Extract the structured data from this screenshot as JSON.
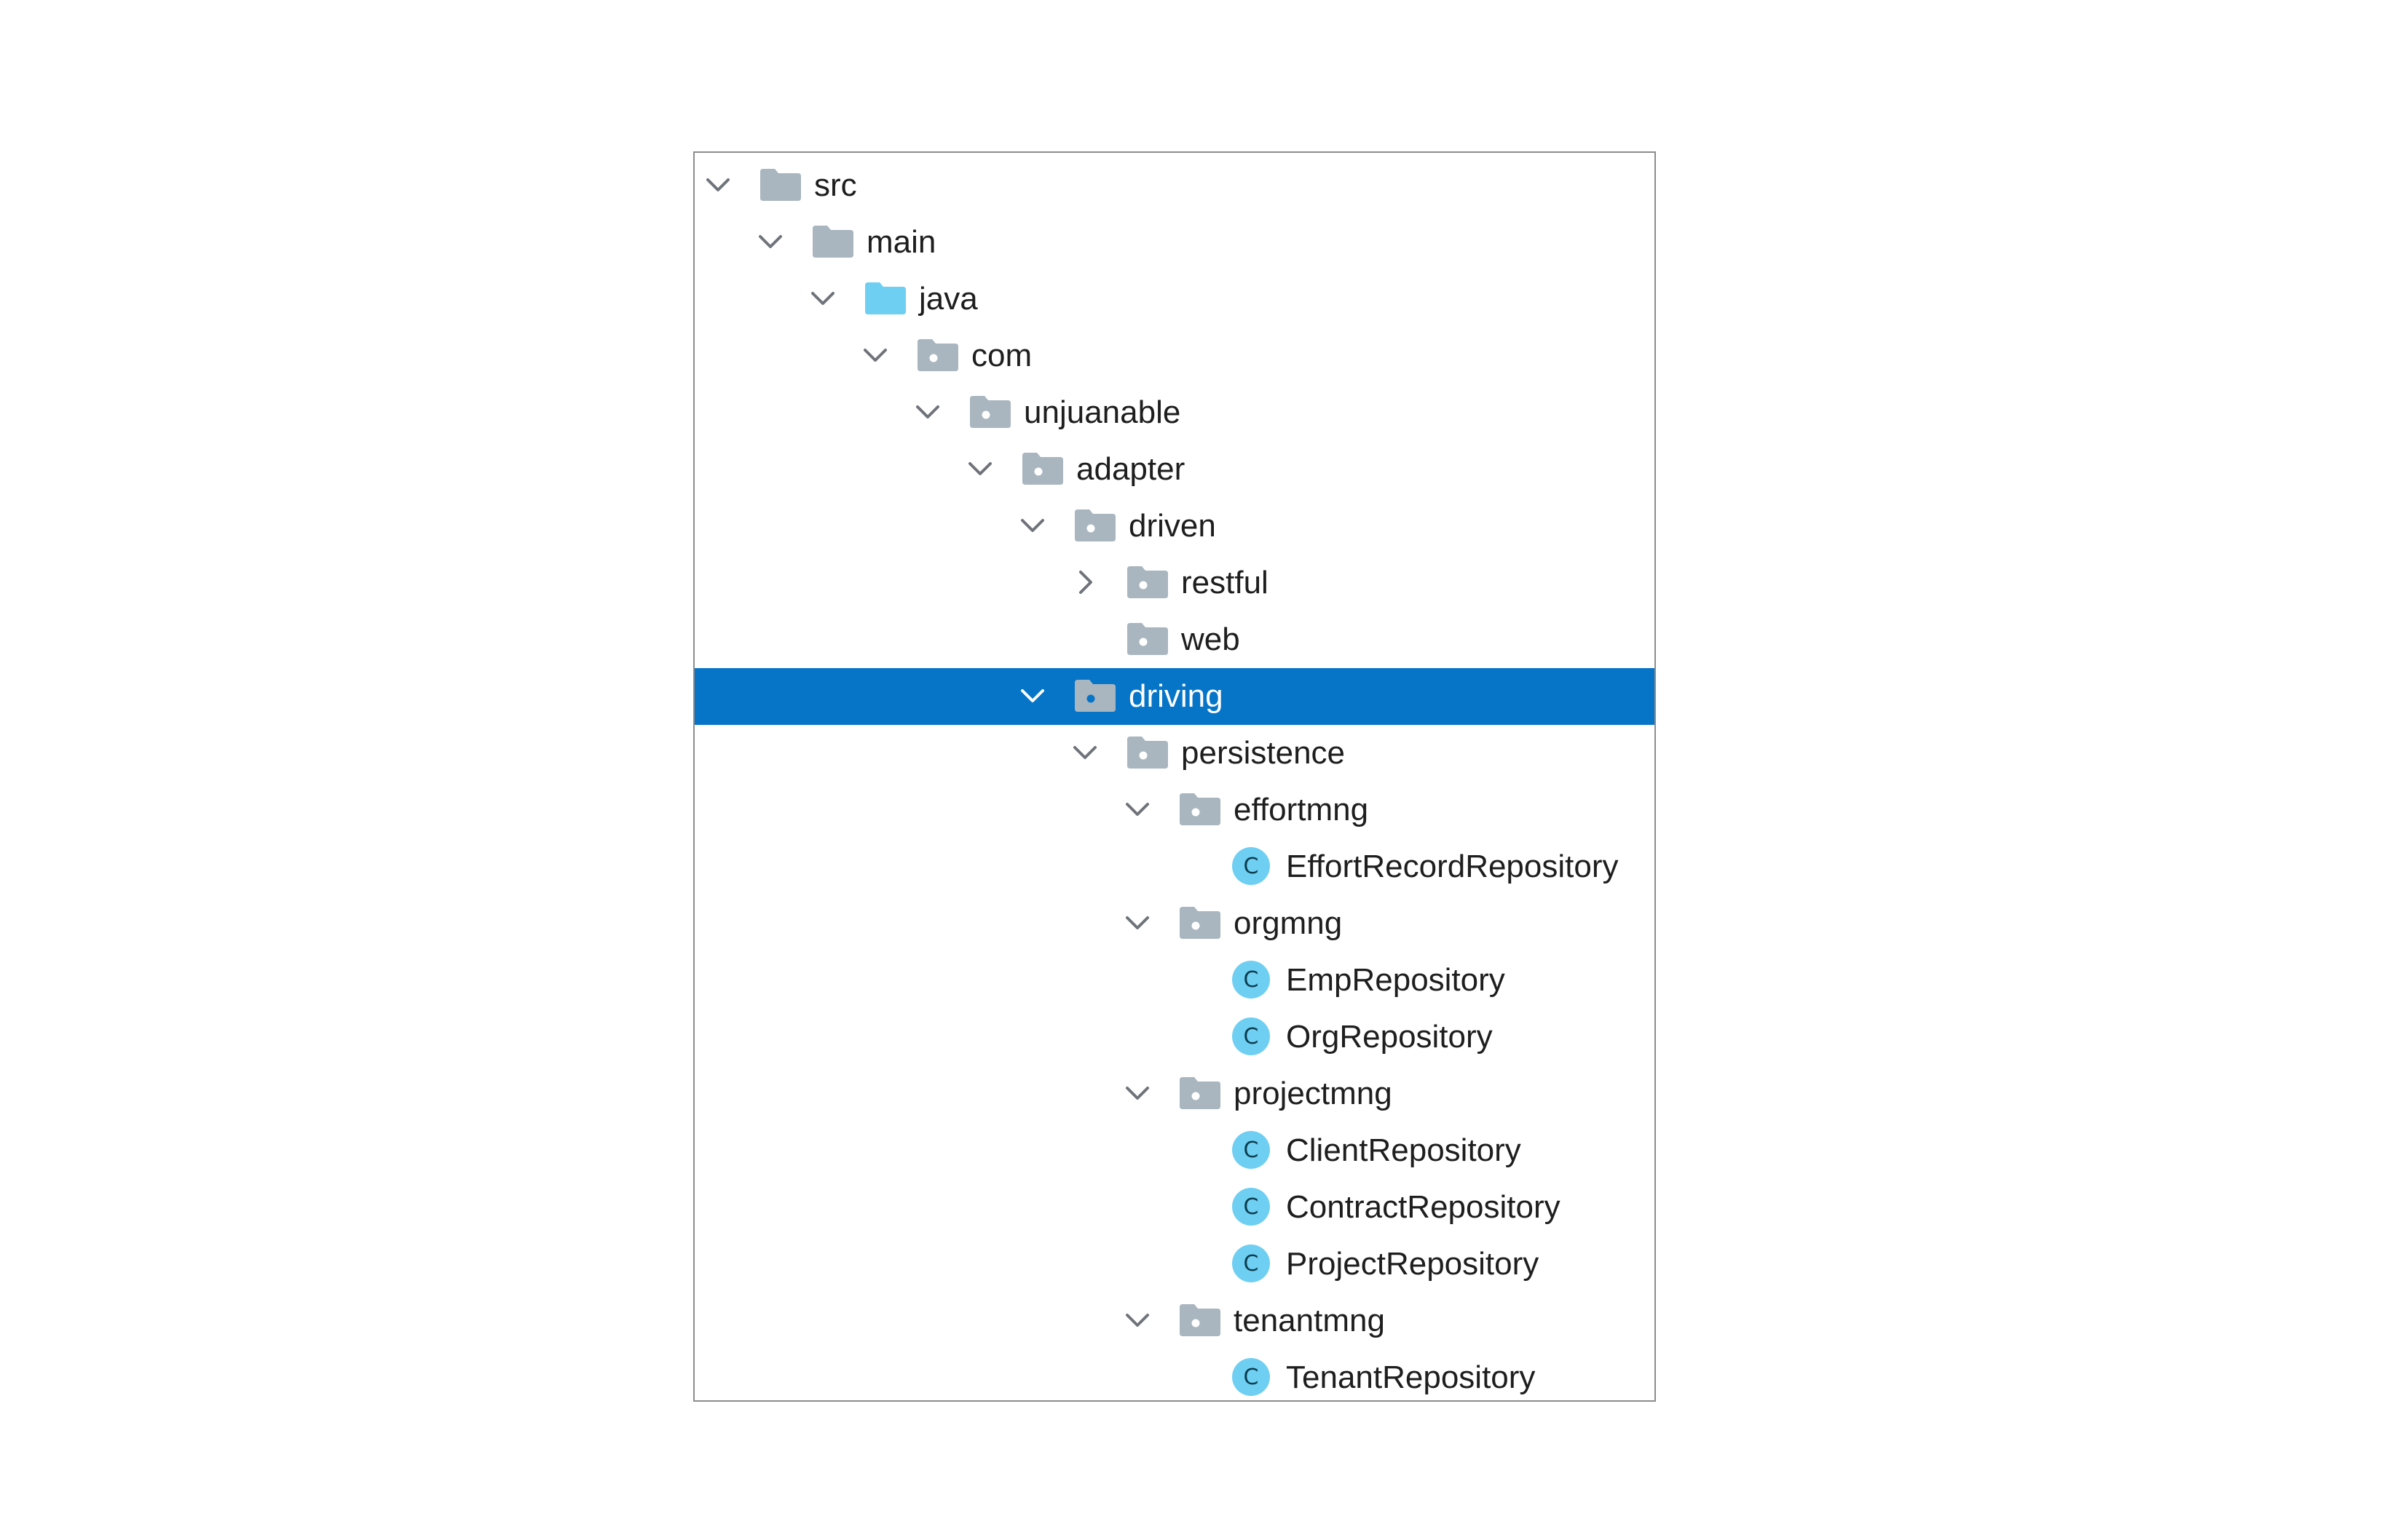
{
  "tree": {
    "selected_label": "driving",
    "rows": [
      {
        "label": "src",
        "depth": 0,
        "arrow": "expanded",
        "icon": "folder-icon"
      },
      {
        "label": "main",
        "depth": 1,
        "arrow": "expanded",
        "icon": "folder-icon"
      },
      {
        "label": "java",
        "depth": 2,
        "arrow": "expanded",
        "icon": "source-folder-icon"
      },
      {
        "label": "com",
        "depth": 3,
        "arrow": "expanded",
        "icon": "package-icon"
      },
      {
        "label": "unjuanable",
        "depth": 4,
        "arrow": "expanded",
        "icon": "package-icon"
      },
      {
        "label": "adapter",
        "depth": 5,
        "arrow": "expanded",
        "icon": "package-icon"
      },
      {
        "label": "driven",
        "depth": 6,
        "arrow": "expanded",
        "icon": "package-icon"
      },
      {
        "label": "restful",
        "depth": 7,
        "arrow": "collapsed",
        "icon": "package-icon"
      },
      {
        "label": "web",
        "depth": 7,
        "arrow": "none",
        "icon": "package-icon"
      },
      {
        "label": "driving",
        "depth": 6,
        "arrow": "expanded",
        "icon": "package-icon",
        "selected": true
      },
      {
        "label": "persistence",
        "depth": 7,
        "arrow": "expanded",
        "icon": "package-icon"
      },
      {
        "label": "effortmng",
        "depth": 8,
        "arrow": "expanded",
        "icon": "package-icon"
      },
      {
        "label": "EffortRecordRepository",
        "depth": 9,
        "arrow": "none",
        "icon": "class-icon"
      },
      {
        "label": "orgmng",
        "depth": 8,
        "arrow": "expanded",
        "icon": "package-icon"
      },
      {
        "label": "EmpRepository",
        "depth": 9,
        "arrow": "none",
        "icon": "class-icon"
      },
      {
        "label": "OrgRepository",
        "depth": 9,
        "arrow": "none",
        "icon": "class-icon"
      },
      {
        "label": "projectmng",
        "depth": 8,
        "arrow": "expanded",
        "icon": "package-icon"
      },
      {
        "label": "ClientRepository",
        "depth": 9,
        "arrow": "none",
        "icon": "class-icon"
      },
      {
        "label": "ContractRepository",
        "depth": 9,
        "arrow": "none",
        "icon": "class-icon"
      },
      {
        "label": "ProjectRepository",
        "depth": 9,
        "arrow": "none",
        "icon": "class-icon"
      },
      {
        "label": "tenantmng",
        "depth": 8,
        "arrow": "expanded",
        "icon": "package-icon"
      },
      {
        "label": "TenantRepository",
        "depth": 9,
        "arrow": "none",
        "icon": "class-icon"
      }
    ]
  },
  "colors": {
    "selection": "#0675c8",
    "folder": "#a9b6bf",
    "source_folder": "#6ecff2",
    "class_circle": "#6ecff2",
    "chevron": "#6f737a",
    "chevron_selected": "#ffffff",
    "text": "#1e1e1e",
    "text_selected": "#ffffff",
    "border": "#8c8c8c"
  }
}
